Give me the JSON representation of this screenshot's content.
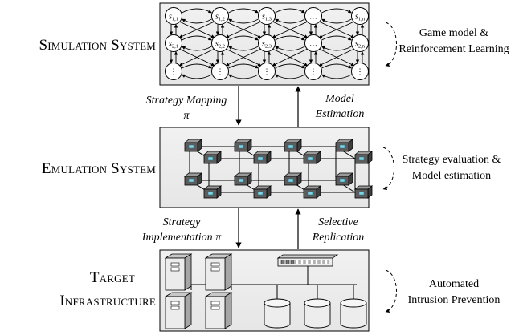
{
  "systems": {
    "simulation": {
      "title": "Simulation System",
      "side_line1": "Game model &",
      "side_line2": "Reinforcement Learning"
    },
    "emulation": {
      "title": "Emulation System",
      "side_line1": "Strategy evaluation &",
      "side_line2": "Model estimation"
    },
    "target": {
      "title_line1": "Target",
      "title_line2": "Infrastructure",
      "side_line1": "Automated",
      "side_line2": "Intrusion Prevention"
    }
  },
  "arrows": {
    "strategy_mapping": {
      "line1": "Strategy Mapping",
      "line2": "π"
    },
    "model_estimation": {
      "line1": "Model",
      "line2": "Estimation"
    },
    "strategy_implementation": {
      "line1": "Strategy",
      "line2": "Implementation π"
    },
    "selective_replication": {
      "line1": "Selective",
      "line2": "Replication"
    }
  },
  "states": {
    "row1": [
      {
        "base": "s",
        "sub": "1,1"
      },
      {
        "base": "s",
        "sub": "1,2"
      },
      {
        "base": "s",
        "sub": "1,3"
      },
      {
        "base": "…",
        "sub": ""
      },
      {
        "base": "s",
        "sub": "1,n"
      }
    ],
    "row2": [
      {
        "base": "s",
        "sub": "2,1"
      },
      {
        "base": "s",
        "sub": "2,2"
      },
      {
        "base": "s",
        "sub": "2,3"
      },
      {
        "base": "…",
        "sub": ""
      },
      {
        "base": "s",
        "sub": "2,n"
      }
    ],
    "row3": [
      {
        "base": "⋮",
        "sub": ""
      },
      {
        "base": "⋮",
        "sub": ""
      },
      {
        "base": "⋮",
        "sub": ""
      },
      {
        "base": "⋮",
        "sub": ""
      },
      {
        "base": "⋮",
        "sub": ""
      }
    ]
  }
}
